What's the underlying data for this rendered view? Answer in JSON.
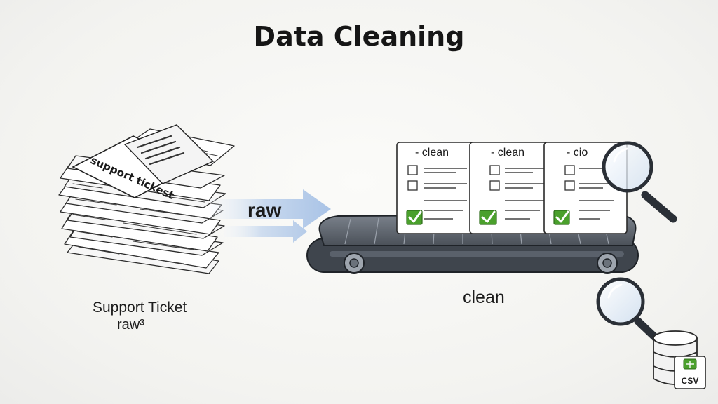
{
  "title": "Data Cleaning",
  "stack": {
    "paper_text": "support tickest",
    "label": "Support Ticket",
    "sub_label": "raw³"
  },
  "arrow": {
    "label": "raw"
  },
  "cards": [
    {
      "header": "- clean"
    },
    {
      "header": "- clean"
    },
    {
      "header": "- cio"
    }
  ],
  "conveyor": {
    "label": "clean"
  },
  "csv": {
    "label": "CSV"
  },
  "colors": {
    "check_green": "#4aa02c",
    "arrow_blue": "#b9cfea",
    "conveyor_dark": "#454b54",
    "magnifier_lens": "#dbe7f4"
  },
  "icons": [
    "magnifier-icon",
    "database-icon",
    "spreadsheet-icon",
    "checkbox-icon",
    "check-icon"
  ]
}
